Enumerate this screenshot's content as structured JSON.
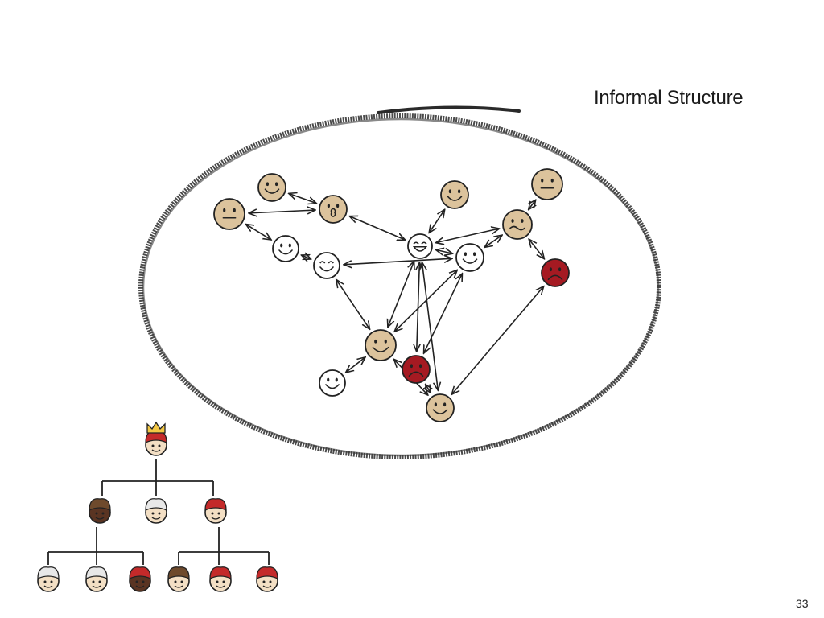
{
  "slide": {
    "title": "Informal Structure",
    "page_number": "33"
  },
  "colors": {
    "tan": "#dcc39c",
    "white": "#ffffff",
    "red": "#a51a22",
    "ink": "#222222",
    "skin": "#f3dfc4",
    "dark_skin": "#5a3422",
    "hair_red": "#c42a2a",
    "hair_brown": "#6e4a2c",
    "hair_white": "#e8e8e8",
    "crown": "#f2c744"
  },
  "network": {
    "faces": [
      {
        "id": "a",
        "fill": "tan",
        "mood": "happy"
      },
      {
        "id": "b",
        "fill": "tan",
        "mood": "neutral"
      },
      {
        "id": "c",
        "fill": "tan",
        "mood": "surprised"
      },
      {
        "id": "d",
        "fill": "white",
        "mood": "happy"
      },
      {
        "id": "e",
        "fill": "white",
        "mood": "content"
      },
      {
        "id": "f",
        "fill": "tan",
        "mood": "happy"
      },
      {
        "id": "g",
        "fill": "tan",
        "mood": "neutral"
      },
      {
        "id": "h",
        "fill": "tan",
        "mood": "wavy"
      },
      {
        "id": "i",
        "fill": "white",
        "mood": "grin"
      },
      {
        "id": "j",
        "fill": "white",
        "mood": "happy"
      },
      {
        "id": "k",
        "fill": "red",
        "mood": "sad"
      },
      {
        "id": "l",
        "fill": "tan",
        "mood": "happy"
      },
      {
        "id": "m",
        "fill": "white",
        "mood": "happy"
      },
      {
        "id": "n",
        "fill": "red",
        "mood": "sad"
      },
      {
        "id": "o",
        "fill": "tan",
        "mood": "happy"
      }
    ],
    "links": [
      [
        "a",
        "c"
      ],
      [
        "b",
        "c"
      ],
      [
        "b",
        "d"
      ],
      [
        "d",
        "e"
      ],
      [
        "c",
        "i"
      ],
      [
        "f",
        "i"
      ],
      [
        "g",
        "h"
      ],
      [
        "h",
        "i"
      ],
      [
        "h",
        "j"
      ],
      [
        "i",
        "j"
      ],
      [
        "h",
        "k"
      ],
      [
        "e",
        "j"
      ],
      [
        "e",
        "l"
      ],
      [
        "l",
        "i"
      ],
      [
        "l",
        "j"
      ],
      [
        "i",
        "n"
      ],
      [
        "j",
        "n"
      ],
      [
        "i",
        "o"
      ],
      [
        "m",
        "l"
      ],
      [
        "l",
        "o"
      ],
      [
        "n",
        "o"
      ],
      [
        "o",
        "k"
      ]
    ]
  },
  "hierarchy": {
    "root": {
      "role": "king",
      "hair": "hair_red",
      "crown": true
    },
    "middle": [
      {
        "hair": "hair_brown",
        "skin": "dark_skin"
      },
      {
        "hair": "hair_white",
        "skin": "skin"
      },
      {
        "hair": "hair_red",
        "skin": "skin"
      }
    ],
    "bottom": [
      {
        "hair": "hair_white",
        "skin": "skin"
      },
      {
        "hair": "hair_white",
        "skin": "skin"
      },
      {
        "hair": "hair_red",
        "skin": "dark_skin"
      },
      {
        "hair": "hair_brown",
        "skin": "skin"
      },
      {
        "hair": "hair_red",
        "skin": "skin"
      },
      {
        "hair": "hair_red",
        "skin": "skin"
      }
    ]
  }
}
